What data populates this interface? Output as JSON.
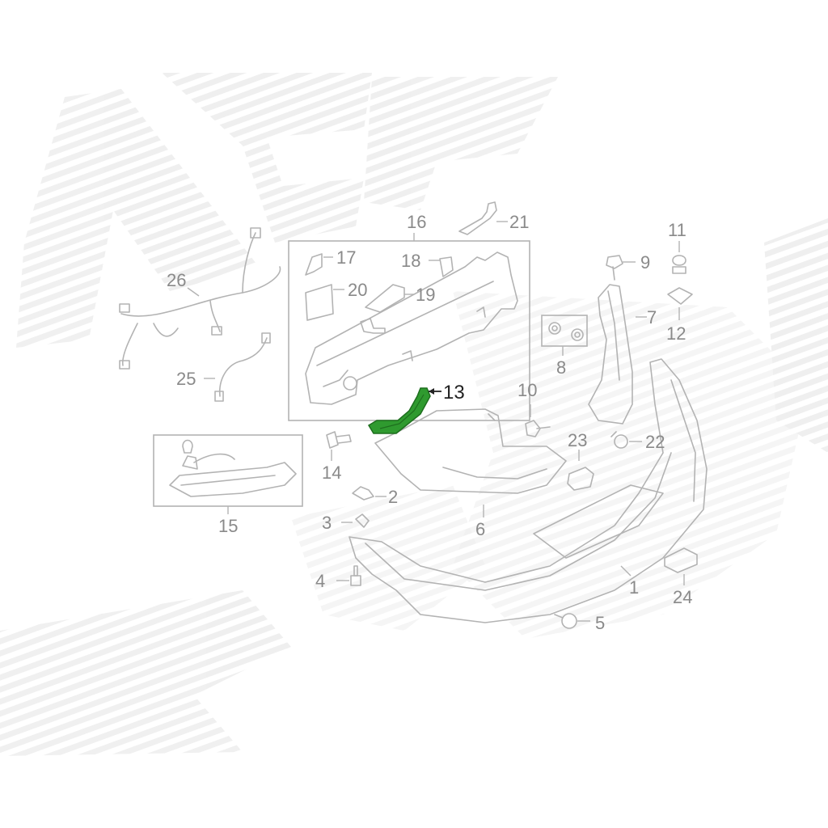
{
  "diagram": {
    "highlight_color": "#2f9a2f",
    "line_color": "#b3b3b3",
    "watermark_color": "#eeeeee",
    "callouts": {
      "c1": "1",
      "c2": "2",
      "c3": "3",
      "c4": "4",
      "c5": "5",
      "c6": "6",
      "c7": "7",
      "c8": "8",
      "c9": "9",
      "c10": "10",
      "c11": "11",
      "c12": "12",
      "c13": "13",
      "c14": "14",
      "c15": "15",
      "c16": "16",
      "c17": "17",
      "c18": "18",
      "c19": "19",
      "c20": "20",
      "c21": "21",
      "c22": "22",
      "c23": "23",
      "c24": "24",
      "c25": "25",
      "c26": "26"
    }
  }
}
